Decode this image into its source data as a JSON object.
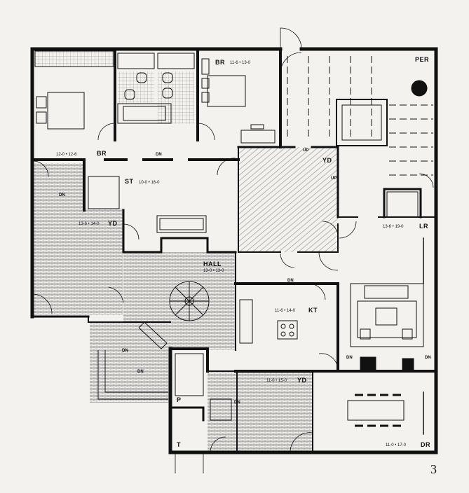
{
  "rooms": [
    {
      "id": "br_a",
      "name": "BR",
      "dims": "12-0 • 12-6"
    },
    {
      "id": "br_b",
      "name": "BR",
      "dims": "11-6 • 13-0"
    },
    {
      "id": "per",
      "name": "PER"
    },
    {
      "id": "st",
      "name": "ST",
      "dims": "10-0 • 16-0"
    },
    {
      "id": "yd_a",
      "name": "YD"
    },
    {
      "id": "yd_b",
      "name": "YD",
      "dims": "13-6 • 14-0"
    },
    {
      "id": "lr",
      "name": "LR",
      "dims": "13-6 • 19-0"
    },
    {
      "id": "hall",
      "name": "HALL",
      "dims": "13-0 • 13-0"
    },
    {
      "id": "kt",
      "name": "KT",
      "dims": "11-6 • 14-0"
    },
    {
      "id": "yd_c",
      "name": "YD",
      "dims": "11-0 • 15-0"
    },
    {
      "id": "dr",
      "name": "DR",
      "dims": "11-0 • 17-0"
    },
    {
      "id": "p",
      "name": "P"
    },
    {
      "id": "t",
      "name": "T"
    }
  ],
  "stair_marks": {
    "up": "UP",
    "dn": "DN"
  },
  "page_number": "3"
}
